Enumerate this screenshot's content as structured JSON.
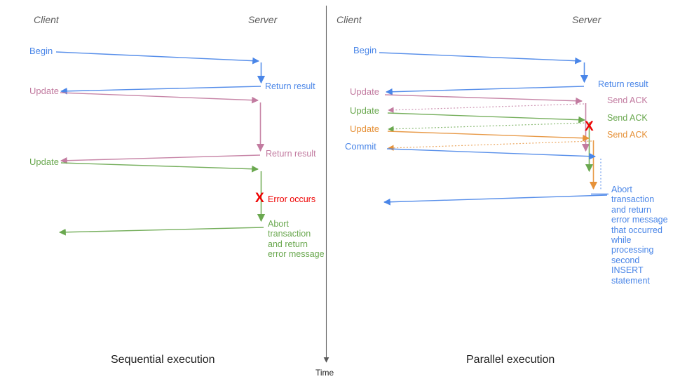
{
  "palette": {
    "blue": "#4a86e8",
    "pink": "#c27ba0",
    "green": "#6aa84f",
    "orange": "#e69138",
    "red": "#ee0000",
    "axis_gray": "#595959",
    "header_gray": "#5a5a5a"
  },
  "time_axis": {
    "label": "Time"
  },
  "left": {
    "title": "Sequential execution",
    "client": "Client",
    "server": "Server",
    "begin": "Begin",
    "return_result_1": "Return result",
    "update_1": "Update",
    "return_result_2": "Return result",
    "update_2": "Update",
    "error_marker": "X",
    "error_label": "Error occurs",
    "abort_label": "Abort\ntransaction\nand return\nerror message"
  },
  "right": {
    "title": "Parallel execution",
    "client": "Client",
    "server": "Server",
    "begin": "Begin",
    "return_result": "Return result",
    "update_1": "Update",
    "send_ack_1": "Send ACK",
    "update_2": "Update",
    "send_ack_2": "Send ACK",
    "update_3": "Update",
    "send_ack_3": "Send ACK",
    "commit": "Commit",
    "error_marker": "X",
    "abort_label": "Abort\ntransaction\nand return\nerror message\nthat occurred\nwhile\nprocessing\nsecond\nINSERT\nstatement"
  }
}
